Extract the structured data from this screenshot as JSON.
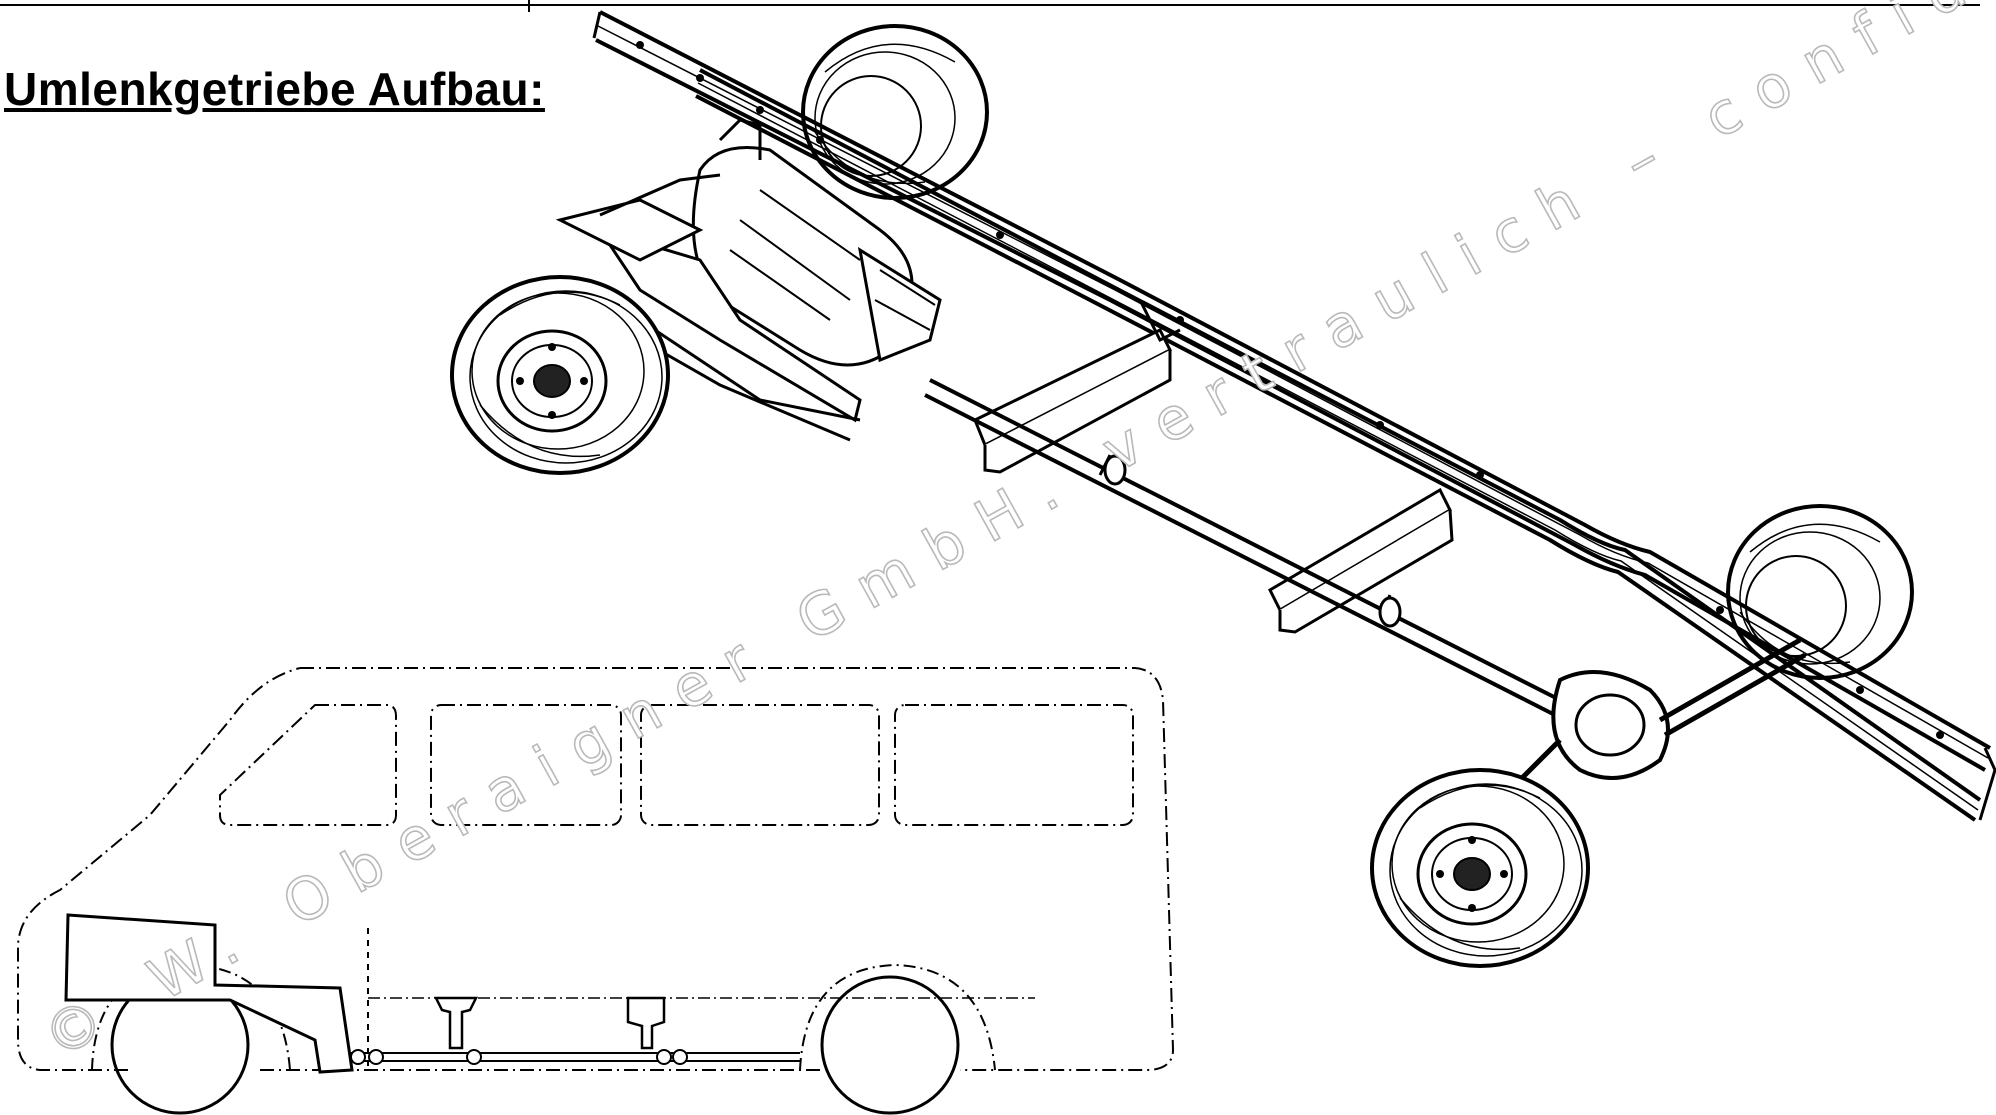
{
  "page": {
    "heading": "Umlenkgetriebe Aufbau:",
    "watermark": "© W. Oberaigner GmbH. vertraulich – confidential"
  },
  "figures": {
    "chassis": "chassis-3d-drawing",
    "van": "van-side-outline"
  },
  "colors": {
    "ink": "#000000",
    "watermark": "#b9b9b9",
    "background": "#ffffff"
  }
}
